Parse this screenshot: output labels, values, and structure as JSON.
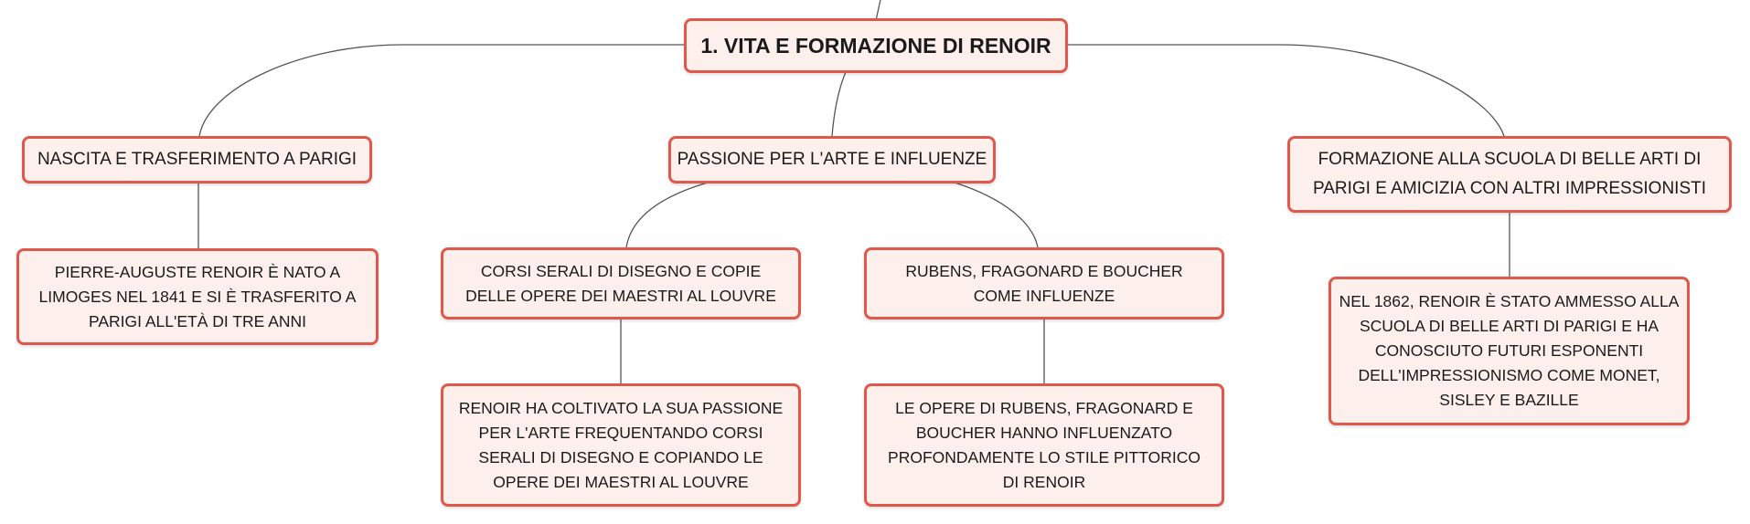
{
  "colors": {
    "node_border": "#e0584b",
    "node_fill": "#fdf0ec",
    "connector": "#555555"
  },
  "root": {
    "label": "1. VITA E FORMAZIONE DI RENOIR"
  },
  "branches": [
    {
      "label": "NASCITA E TRASFERIMENTO A PARIGI",
      "children": [
        {
          "label": "PIERRE-AUGUSTE RENOIR È NATO A LIMOGES NEL 1841 E SI È TRASFERITO A PARIGI ALL'ETÀ DI TRE ANNI"
        }
      ]
    },
    {
      "label": "PASSIONE PER L'ARTE E INFLUENZE",
      "children": [
        {
          "label": "CORSI SERALI DI DISEGNO E COPIE DELLE OPERE DEI MAESTRI AL LOUVRE",
          "detail": "RENOIR HA COLTIVATO LA SUA PASSIONE PER L'ARTE FREQUENTANDO CORSI SERALI DI DISEGNO E COPIANDO LE OPERE DEI MAESTRI AL LOUVRE"
        },
        {
          "label": "RUBENS, FRAGONARD E BOUCHER COME INFLUENZE",
          "detail": "LE OPERE DI RUBENS, FRAGONARD E BOUCHER HANNO INFLUENZATO PROFONDAMENTE LO STILE PITTORICO DI RENOIR"
        }
      ]
    },
    {
      "label": "FORMAZIONE ALLA SCUOLA DI BELLE ARTI DI PARIGI E AMICIZIA CON ALTRI IMPRESSIONISTI",
      "children": [
        {
          "label": "NEL 1862, RENOIR È STATO AMMESSO ALLA SCUOLA DI BELLE ARTI DI PARIGI E HA CONOSCIUTO FUTURI ESPONENTI DELL'IMPRESSIONISMO COME MONET, SISLEY E BAZILLE"
        }
      ]
    }
  ]
}
